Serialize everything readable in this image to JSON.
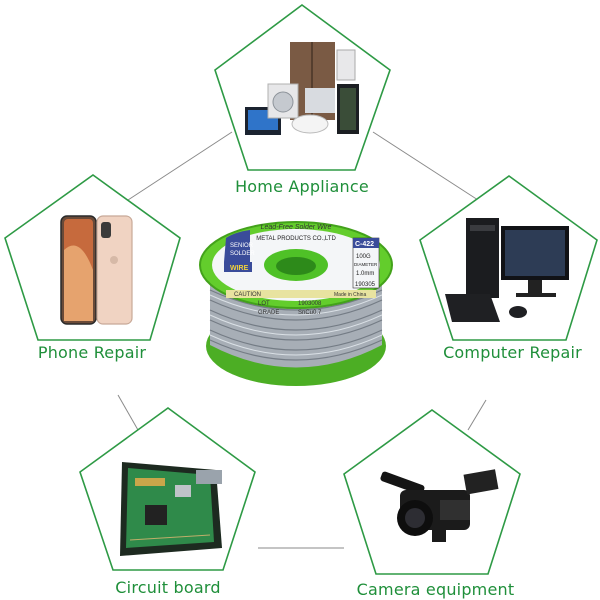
{
  "labels": {
    "home": "Home Appliance",
    "phone": "Phone Repair",
    "computer": "Computer Repair",
    "circuit": "Circuit board",
    "camera": "Camera equipment"
  },
  "spool": {
    "top_text": "Lead-Free Solder Wire",
    "brand_line": "METAL PRODUCTS CO.,LTD",
    "senior": "SENIOR",
    "solder": "SOLDER",
    "wire": "WIRE",
    "flux_code": "C-422",
    "weight": "100G",
    "diameter_label": "DIAMETER",
    "diameter": "1.0mm",
    "date": "190305",
    "caution": "CAUTION",
    "made_in": "Made in China",
    "lot_label": "LOT",
    "lot_value": "1903008",
    "grade_label": "GRADE",
    "grade_value": "SnCu0.7"
  },
  "colors": {
    "accent_green": "#1f8f3a",
    "spool_green": "#67cf2f",
    "outline_gray": "#8a8a8a"
  }
}
